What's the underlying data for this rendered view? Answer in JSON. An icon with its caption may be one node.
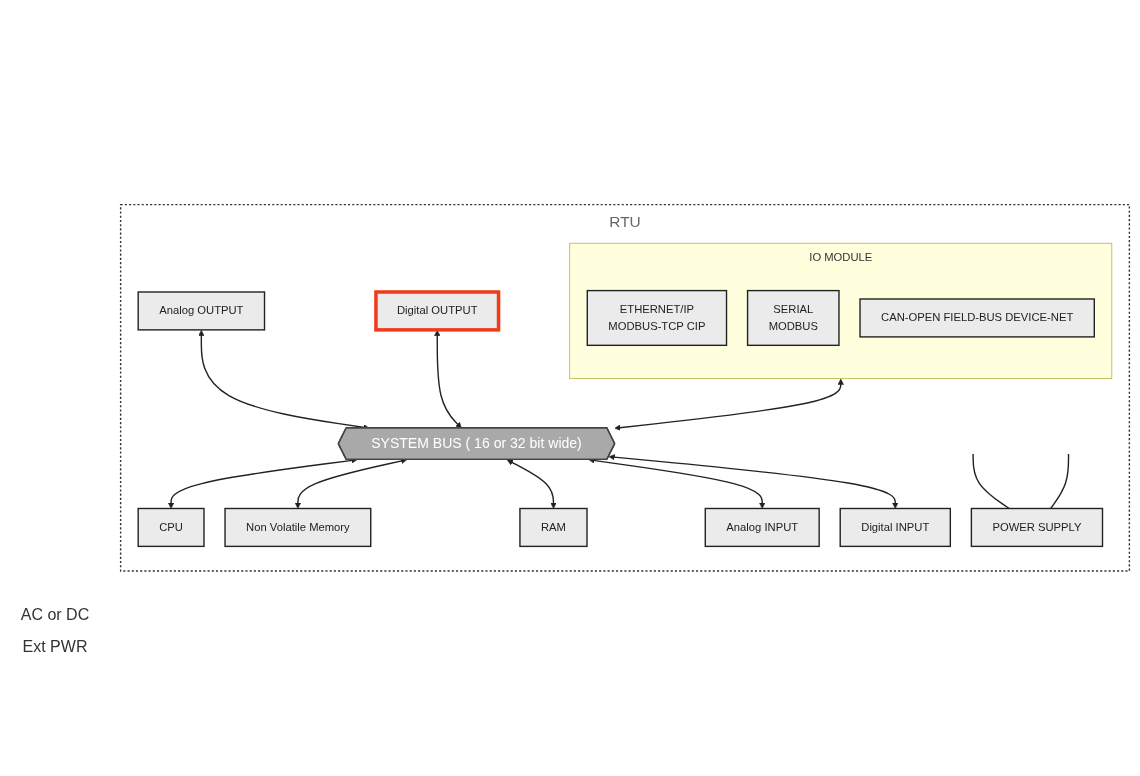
{
  "diagram": {
    "nodes": [
      {
        "text": [
          "RTU"
        ]
      },
      {
        "text": [
          "Analog OUTPUT"
        ],
        "in": 0
      },
      {
        "text": [
          "Digital OUTPUT"
        ],
        "in": 0
      },
      {
        "text": [
          "IO MODULE"
        ],
        "in": 0
      },
      {
        "text": [
          "ETHERNET/IP",
          "MODBUS-TCP CIP"
        ],
        "in": 3
      },
      {
        "text": [
          "SERIAL",
          "MODBUS"
        ],
        "in": 3
      },
      {
        "text": [
          "CAN-OPEN FIELD-BUS DEVICE-NET"
        ],
        "in": 3
      },
      {
        "text": [
          "SYSTEM BUS ( 16 or 32 bit wide)"
        ],
        "in": 0
      },
      {
        "text": [
          "CPU"
        ],
        "in": 0
      },
      {
        "text": [
          "Non Volatile Memory"
        ],
        "in": 0
      },
      {
        "text": [
          "RAM"
        ],
        "in": 0
      },
      {
        "text": [
          "Analog INPUT"
        ],
        "in": 0
      },
      {
        "text": [
          "Digital INPUT"
        ],
        "in": 0
      },
      {
        "text": [
          "POWER SUPPLY"
        ],
        "in": 0
      }
    ],
    "edges": [
      {
        "from": 1,
        "to": 7,
        "arrow": "both"
      },
      {
        "from": 2,
        "to": 7,
        "arrow": "both"
      },
      {
        "from": 3,
        "to": 7,
        "arrow": "both"
      },
      {
        "from": 7,
        "to": 8,
        "arrow": "both"
      },
      {
        "from": 7,
        "to": 9,
        "arrow": "both"
      },
      {
        "from": 7,
        "to": 10,
        "arrow": "both"
      },
      {
        "from": 7,
        "to": 11,
        "arrow": "both"
      },
      {
        "from": 7,
        "to": 12,
        "arrow": "both"
      },
      {
        "from": null,
        "to": 13,
        "arrow": "none"
      },
      {
        "from": null,
        "to": 13,
        "arrow": "none"
      }
    ],
    "labels": [
      "AC or DC",
      "Ext PWR"
    ]
  }
}
